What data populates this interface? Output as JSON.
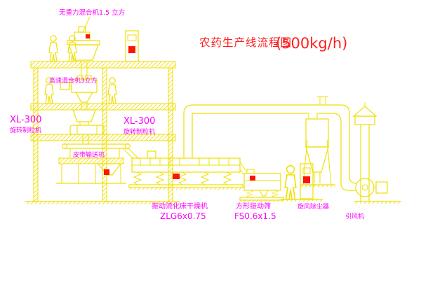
{
  "title": {
    "main": "农药生产线流程图",
    "capacity": "(500kg/h)"
  },
  "labels": {
    "top_mixer": "无重力混合机1.5 立方",
    "high_speed_mixer": "高速混合机3立方",
    "mill_model": "XL-300",
    "mill_name": "旋转制粒机",
    "granulator_model": "XL-300",
    "granulator_name": "旋转制粒机",
    "belt_conveyor": "皮带输送机",
    "dryer_name": "振动流化床干燥机",
    "dryer_model": "ZLG6x0.75",
    "screen_name": "方形振动筛",
    "screen_model": "FS0.6x1.5",
    "cyclone": "旋风除尘器",
    "fan": "引风机"
  },
  "colors": {
    "line": "#f0df00",
    "label": "#ff00ff",
    "title": "#ff1e1e",
    "accent": "#fe1500",
    "background": "#ffffff"
  }
}
